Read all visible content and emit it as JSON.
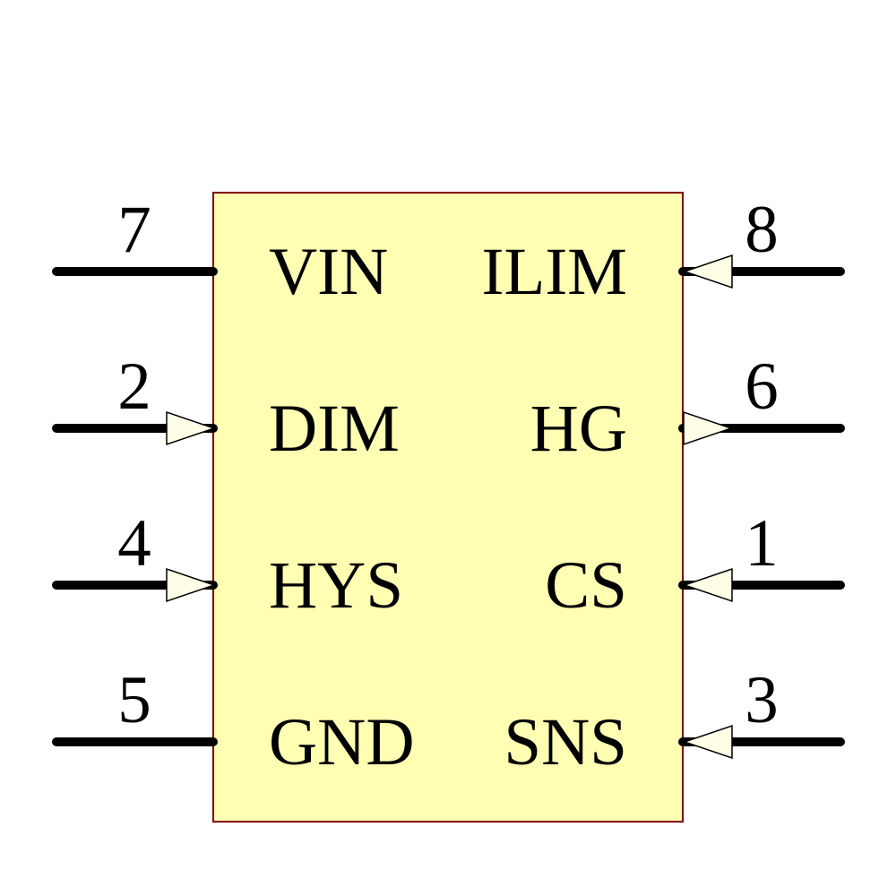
{
  "symbol": {
    "kind": "ic-schematic-symbol",
    "colors": {
      "background": "#FFFFFF",
      "body_fill": "#FFFFB3",
      "body_border": "#7F0000",
      "arrow_fill": "#FFFFE8",
      "pin_line": "#000000",
      "text": "#000000"
    },
    "pins": {
      "left": [
        {
          "number": "7",
          "label": "VIN",
          "arrow": "none"
        },
        {
          "number": "2",
          "label": "DIM",
          "arrow": "into-body"
        },
        {
          "number": "4",
          "label": "HYS",
          "arrow": "into-body"
        },
        {
          "number": "5",
          "label": "GND",
          "arrow": "none"
        }
      ],
      "right": [
        {
          "number": "8",
          "label": "ILIM",
          "arrow": "into-body"
        },
        {
          "number": "6",
          "label": "HG",
          "arrow": "out-of-body"
        },
        {
          "number": "1",
          "label": "CS",
          "arrow": "into-body"
        },
        {
          "number": "3",
          "label": "SNS",
          "arrow": "into-body"
        }
      ]
    }
  }
}
